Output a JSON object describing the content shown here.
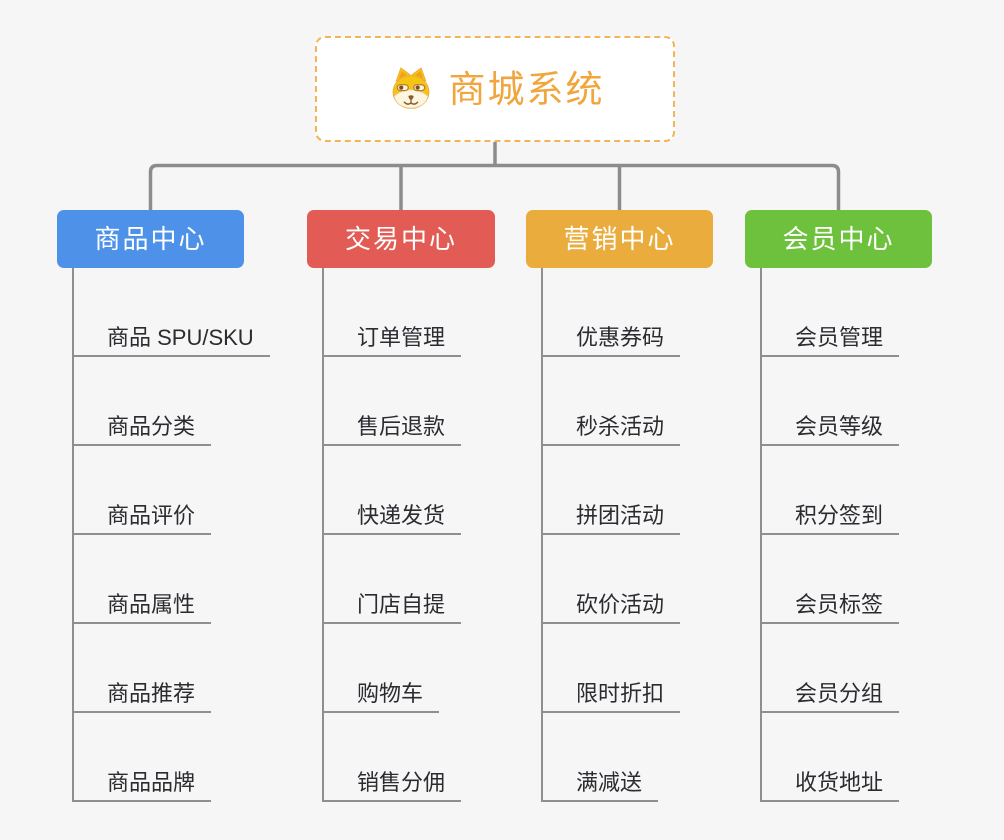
{
  "page": {
    "background_color": "#f6f6f7",
    "connector_color": "#8c8c8c"
  },
  "root": {
    "label": "商城系统",
    "icon": "shiba-dog-icon",
    "text_color": "#f0a63c",
    "border_color": "#f4b455"
  },
  "branches": [
    {
      "label": "商品中心",
      "color": "#4d92e8",
      "children": [
        "商品 SPU/SKU",
        "商品分类",
        "商品评价",
        "商品属性",
        "商品推荐",
        "商品品牌"
      ]
    },
    {
      "label": "交易中心",
      "color": "#e25b55",
      "children": [
        "订单管理",
        "售后退款",
        "快递发货",
        "门店自提",
        "购物车",
        "销售分佣"
      ]
    },
    {
      "label": "营销中心",
      "color": "#ebac3e",
      "children": [
        "优惠券码",
        "秒杀活动",
        "拼团活动",
        "砍价活动",
        "限时折扣",
        "满减送"
      ]
    },
    {
      "label": "会员中心",
      "color": "#6ec13c",
      "children": [
        "会员管理",
        "会员等级",
        "积分签到",
        "会员标签",
        "会员分组",
        "收货地址"
      ]
    }
  ]
}
